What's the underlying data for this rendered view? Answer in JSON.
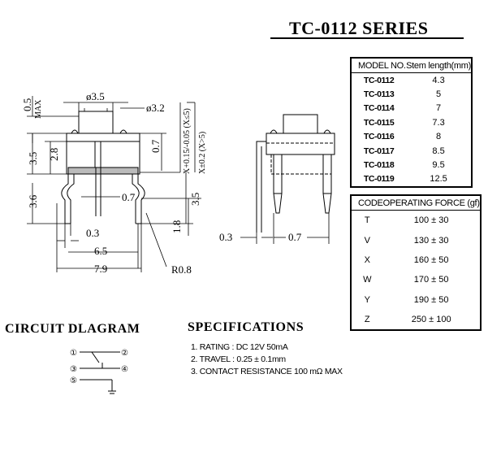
{
  "title": "TC-0112  SERIES",
  "dimensions": {
    "max_height": "0.5",
    "max_label": "MAX",
    "diameter_stem": "ø3.5",
    "diameter_cap": "ø3.2",
    "height_3_5": "3.5",
    "height_2_8": "2.8",
    "offset_0_7": "0.7",
    "tol_x_le_5": "X+0.15/-0.05 (X≤5)",
    "tol_x_gt_5": "X±0.2 (X>5)",
    "lead_3_6": "3.6",
    "pitch_0_7": "0.7",
    "lead_3_5": "3.5",
    "lead_1_8": "1.8",
    "thick_0_3": "0.3",
    "width_6_5": "6.5",
    "width_7_9": "7.9",
    "radius": "R0.8",
    "side_0_3": "0.3",
    "side_0_7": "0.7"
  },
  "stem_table": {
    "headers": [
      "MODEL NO.",
      "Stem length(mm)"
    ],
    "rows": [
      [
        "TC-0112",
        "4.3"
      ],
      [
        "TC-0113",
        "5"
      ],
      [
        "TC-0114",
        "7"
      ],
      [
        "TC-0115",
        "7.3"
      ],
      [
        "TC-0116",
        "8"
      ],
      [
        "TC-0117",
        "8.5"
      ],
      [
        "TC-0118",
        "9.5"
      ],
      [
        "TC-0119",
        "12.5"
      ]
    ]
  },
  "force_table": {
    "headers": [
      "CODE",
      "OPERATING FORCE (gf)"
    ],
    "rows": [
      [
        "T",
        "100 ± 30"
      ],
      [
        "V",
        "130 ± 30"
      ],
      [
        "X",
        "160 ± 50"
      ],
      [
        "W",
        "170 ± 50"
      ],
      [
        "Y",
        "190 ± 50"
      ],
      [
        "Z",
        "250 ± 100"
      ]
    ]
  },
  "circuit": {
    "heading": "CIRCUIT  DLAGRAM",
    "pins": [
      "①",
      "②",
      "③",
      "④",
      "⑤"
    ]
  },
  "specifications": {
    "heading": "SPECIFICATIONS",
    "items": [
      "1. RATING : DC 12V  50mA",
      "2. TRAVEL : 0.25 ± 0.1mm",
      "3. CONTACT  RESISTANCE 100 mΩ MAX"
    ]
  }
}
